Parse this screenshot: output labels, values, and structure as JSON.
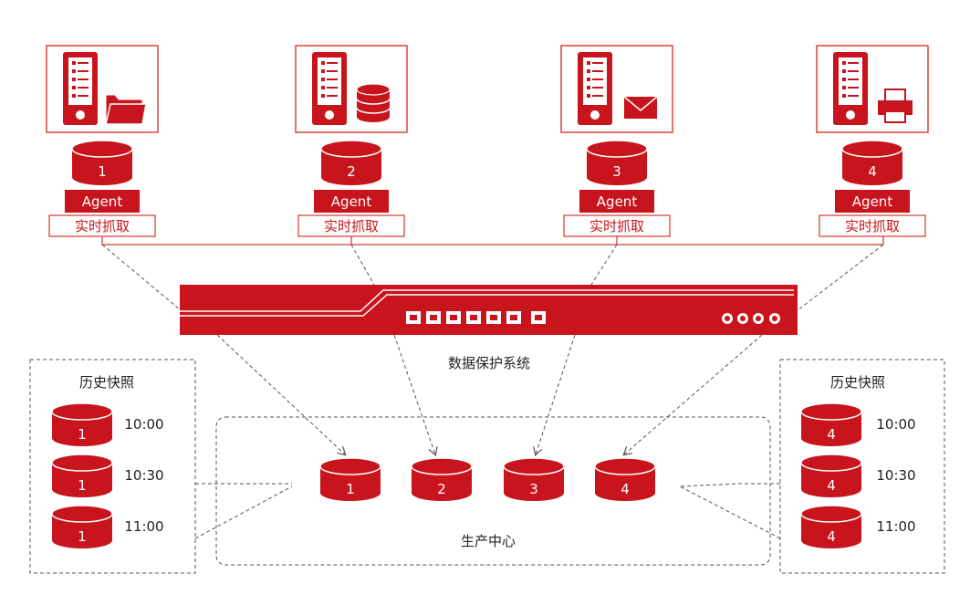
{
  "colors": {
    "accent": "#c8141c",
    "line": "#d33a2c",
    "dash": "#555555",
    "white": "#ffffff"
  },
  "agents": [
    {
      "number": "1",
      "agent_label": "Agent",
      "capture_label": "实时抓取",
      "icon": "folder-icon"
    },
    {
      "number": "2",
      "agent_label": "Agent",
      "capture_label": "实时抓取",
      "icon": "database-icon"
    },
    {
      "number": "3",
      "agent_label": "Agent",
      "capture_label": "实时抓取",
      "icon": "mail-icon"
    },
    {
      "number": "4",
      "agent_label": "Agent",
      "capture_label": "实时抓取",
      "icon": "printer-icon"
    }
  ],
  "system_label": "数据保护系统",
  "production": {
    "label": "生产中心",
    "disks": [
      "1",
      "2",
      "3",
      "4"
    ]
  },
  "snapshots": {
    "left": {
      "title": "历史快照",
      "items": [
        {
          "disk": "1",
          "time": "10:00"
        },
        {
          "disk": "1",
          "time": "10:30"
        },
        {
          "disk": "1",
          "time": "11:00"
        }
      ]
    },
    "right": {
      "title": "历史快照",
      "items": [
        {
          "disk": "4",
          "time": "10:00"
        },
        {
          "disk": "4",
          "time": "10:30"
        },
        {
          "disk": "4",
          "time": "11:00"
        }
      ]
    }
  }
}
